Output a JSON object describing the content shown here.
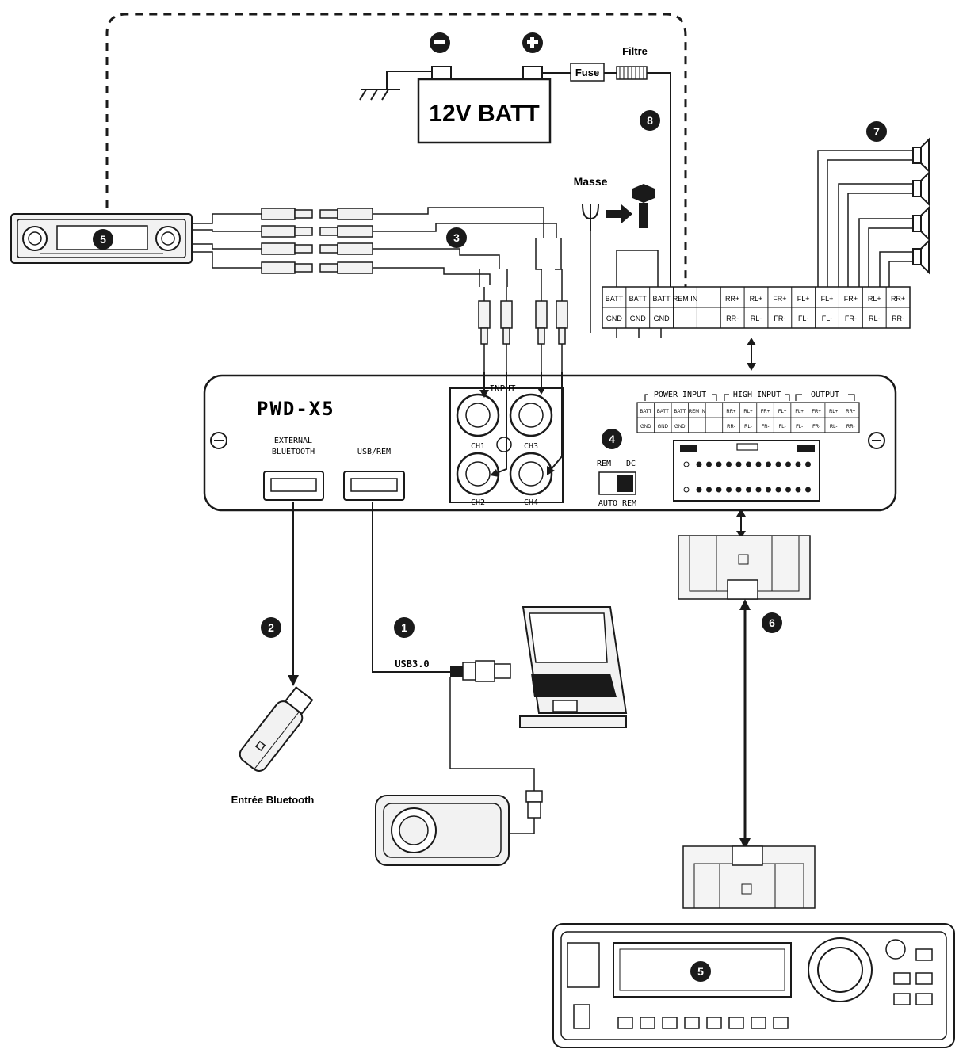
{
  "battery": {
    "label": "12V BATT",
    "fuse": "Fuse",
    "filter": "Filtre"
  },
  "ground": {
    "label": "Masse"
  },
  "amp": {
    "model": "PWD-X5",
    "bluetooth_port": [
      "EXTERNAL",
      "BLUETOOTH"
    ],
    "usb_port": "USB/REM",
    "input_title": "INPUT",
    "channels": [
      "CH1",
      "CH2",
      "CH3",
      "CH4"
    ],
    "switch_left": "REM",
    "switch_right": "DC",
    "switch_bottom": "AUTO REM",
    "group_power": "POWER INPUT",
    "group_high": "HIGH INPUT",
    "group_output": "OUTPUT"
  },
  "terminal_strip": {
    "top": [
      "BATT",
      "BATT",
      "BATT",
      "REM IN",
      "",
      "RR+",
      "RL+",
      "FR+",
      "FL+",
      "FL+",
      "FR+",
      "RL+",
      "RR+"
    ],
    "bottom": [
      "GND",
      "GND",
      "GND",
      "",
      "",
      "RR-",
      "RL-",
      "FR-",
      "FL-",
      "FL-",
      "FR-",
      "RL-",
      "RR-"
    ]
  },
  "usb_cable": "USB3.0",
  "bluetooth_caption": "Entrée Bluetooth",
  "markers": [
    "1",
    "2",
    "3",
    "4",
    "5",
    "6",
    "7",
    "8"
  ],
  "colors": {
    "line": "#1a1a1a",
    "marker_fill": "#1a1a1a",
    "marker_text": "#ffffff",
    "device_fill": "#f2f2f2"
  }
}
